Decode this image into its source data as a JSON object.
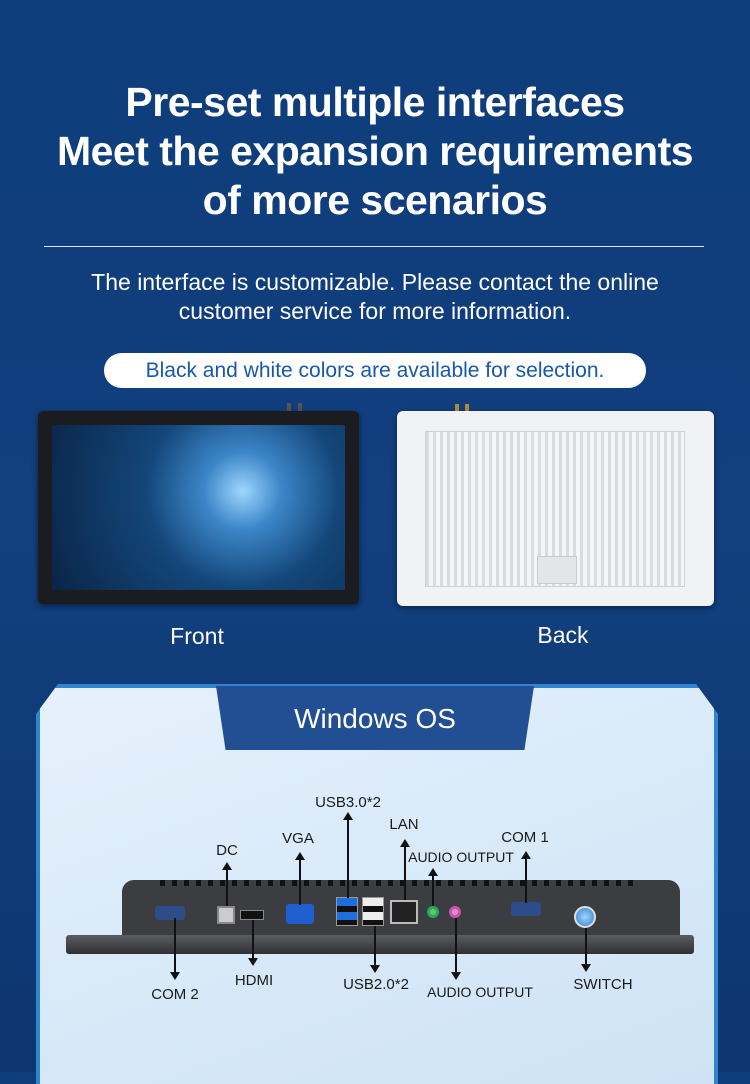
{
  "headline": {
    "line1": "Pre-set multiple interfaces",
    "line2": "Meet the expansion requirements",
    "line3": "of more scenarios"
  },
  "subtitle": {
    "line1": "The interface is customizable. Please contact the online",
    "line2": "customer service for more information."
  },
  "color_note": "Black and white colors are available for selection.",
  "products": {
    "front_label": "Front",
    "back_label": "Back"
  },
  "interfaces": {
    "tab_title": "Windows OS",
    "top_labels": {
      "usb3": "USB3.0*2",
      "lan": "LAN",
      "dc": "DC",
      "vga": "VGA",
      "com1": "COM 1",
      "audio_top": "AUDIO OUTPUT"
    },
    "bottom_labels": {
      "com2": "COM 2",
      "hdmi": "HDMI",
      "usb2": "USB2.0*2",
      "audio_bottom": "AUDIO OUTPUT",
      "switch": "SWITCH"
    }
  },
  "colors": {
    "background": "#0e3d7c",
    "accent": "#1757b0",
    "tab": "#224f93",
    "panel_border": "#2f86cf"
  }
}
